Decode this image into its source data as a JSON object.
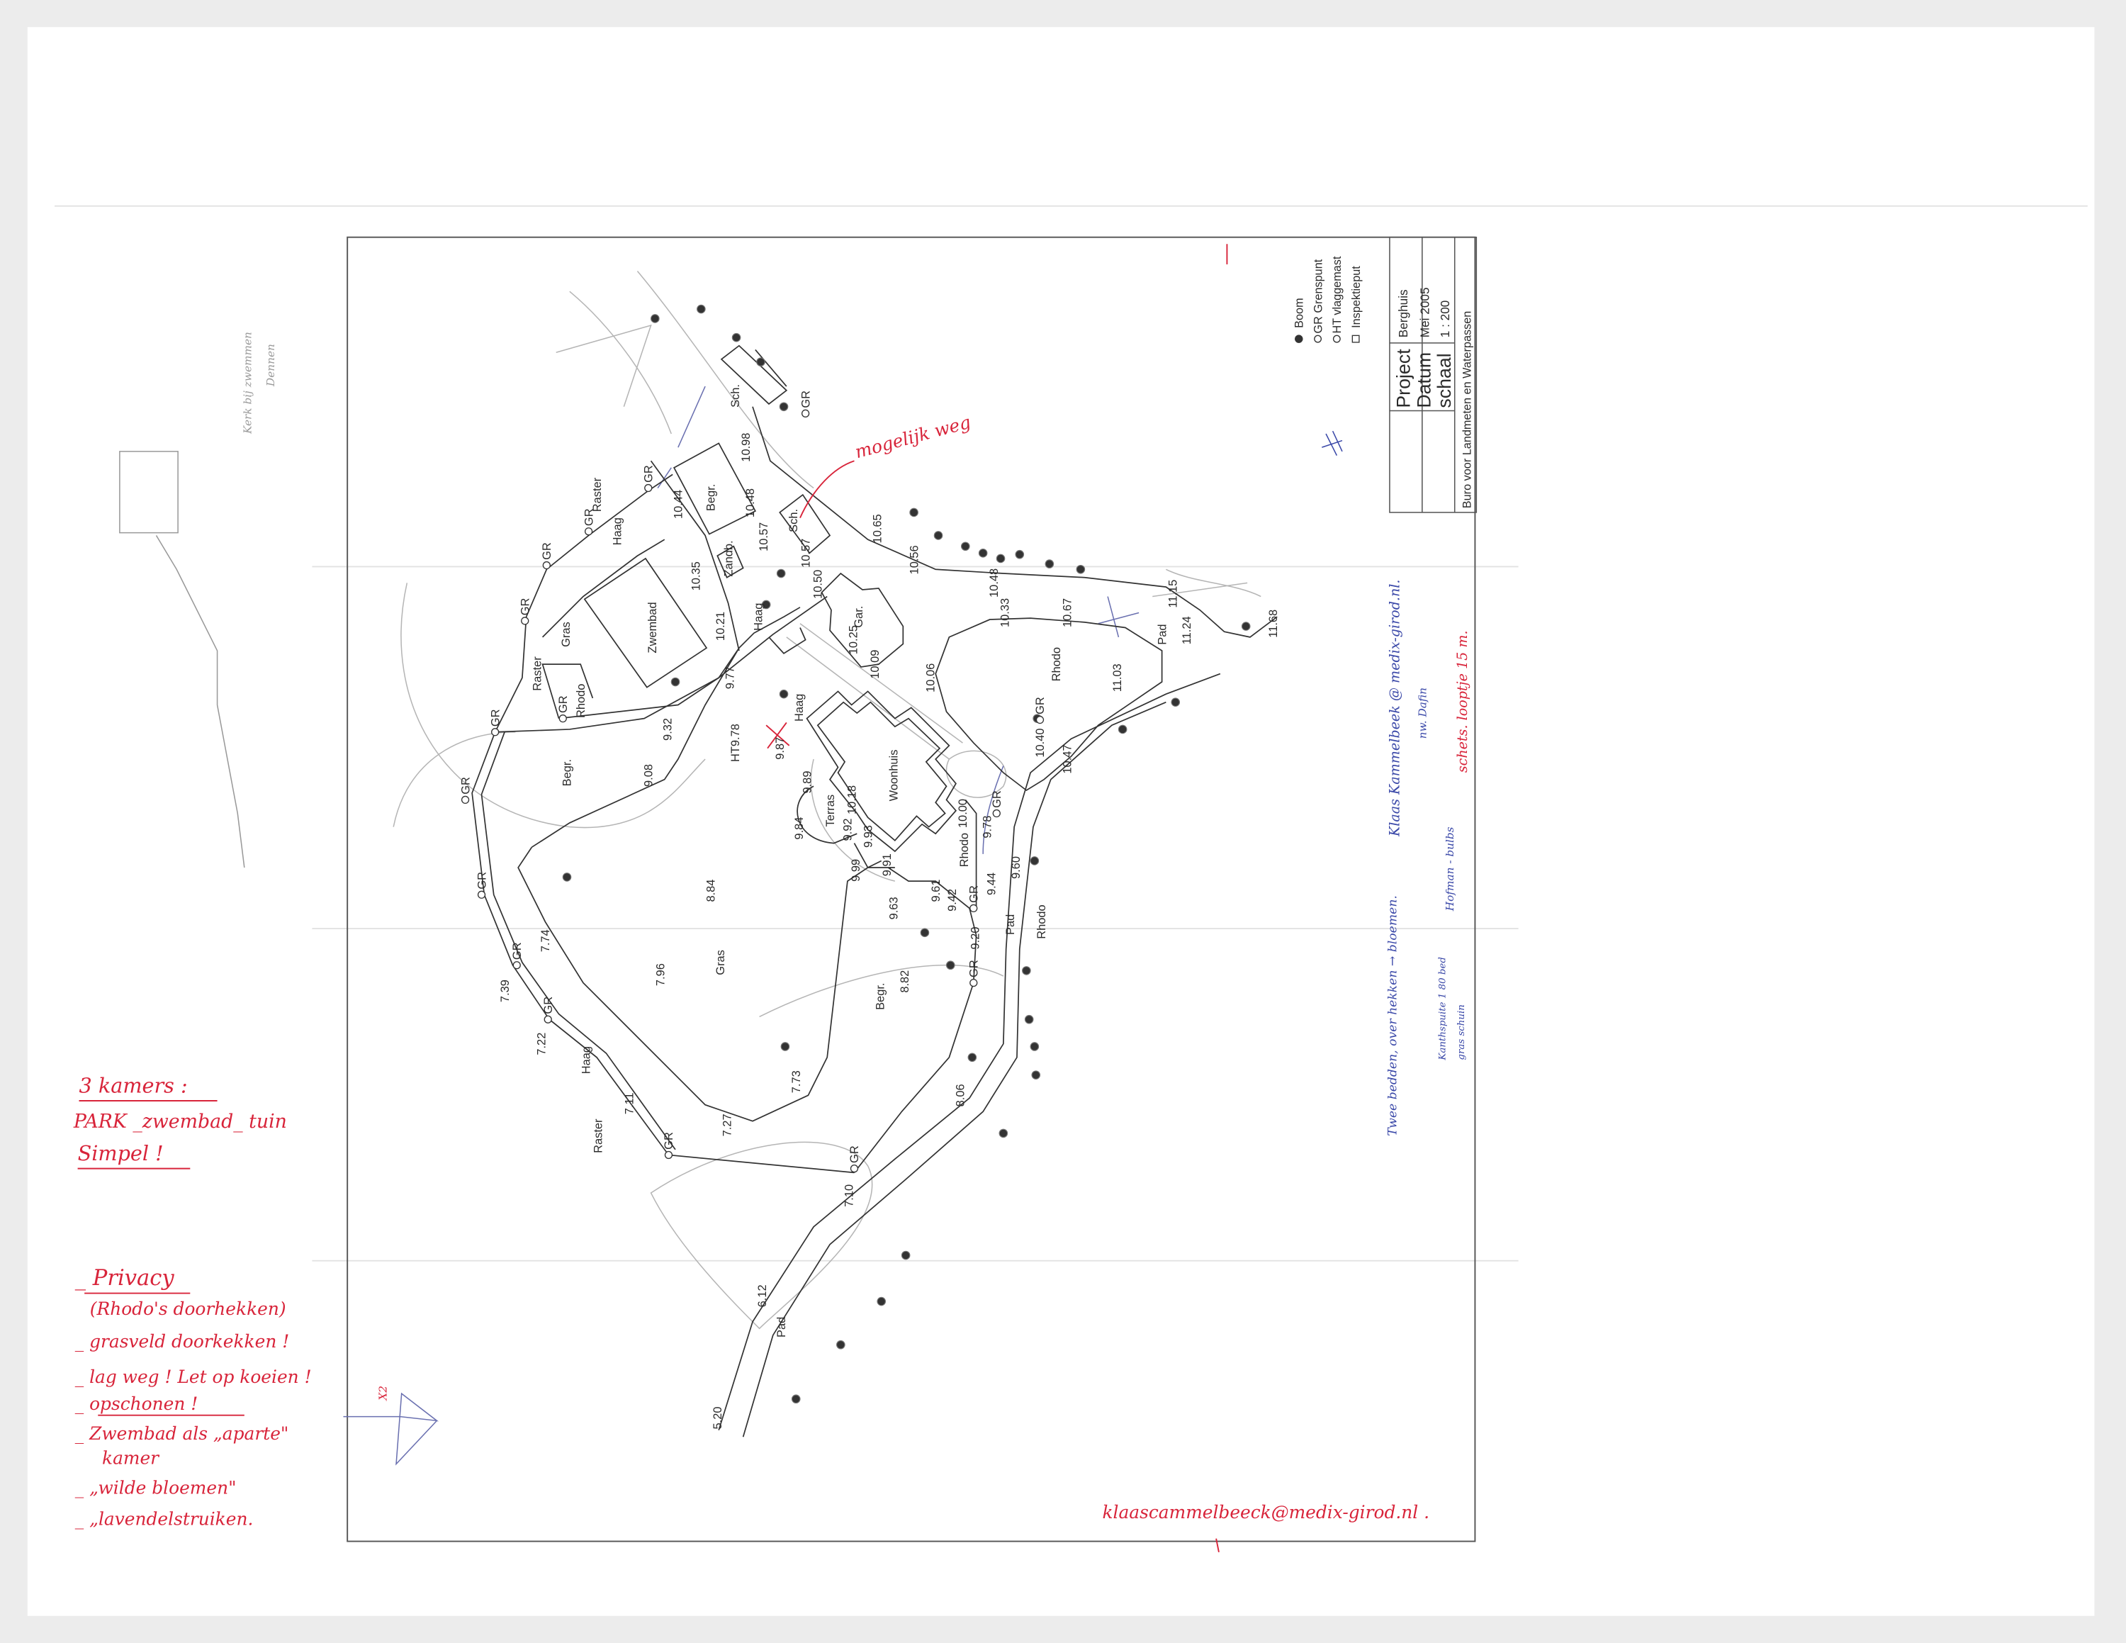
{
  "title_block": {
    "project_label": "Project",
    "project_value": "Berghuis",
    "date_label": "Datum",
    "date_value": "Mei 2005",
    "scale_label": "schaal",
    "scale_value": "1 : 200",
    "company": "Buro voor Landmeten en Waterpassen"
  },
  "legend": {
    "tree": "Boom",
    "boundary": "GR Grenspunt",
    "flagpole": "HT vlaggemast",
    "manhole": "Inspektieput"
  },
  "map": {
    "gr_label": "GR",
    "labels": [
      "Sch.",
      "10.98",
      "Raster",
      "Haag",
      "10.44",
      "Begr.",
      "10.48",
      "10.57",
      "Sch.",
      "10.57",
      "10.50",
      "Zandb.",
      "10.35",
      "10.65",
      "10.56",
      "Zwembad",
      "Gras",
      "10.21",
      "Haag",
      "Gar.",
      "10.25",
      "10.09",
      "10.06",
      "10.48",
      "10.33",
      "10.67",
      "Rhodo",
      "Pad",
      "11.15",
      "11.24",
      "11.68",
      "11.03",
      "Raster",
      "Rhodo",
      "9.77",
      "9.32",
      "HT9.78",
      "Haag",
      "9.87",
      "9.08",
      "Begr.",
      "9.89",
      "Woonhuis",
      "10.18",
      "Terras",
      "9.84",
      "9.92",
      "9.99",
      "9.93",
      "9.91",
      "10.00",
      "10.40",
      "10.47",
      "9.78",
      "9.60",
      "Rhodo",
      "9.61",
      "9.63",
      "9.42",
      "9.20",
      "9.44",
      "Pad",
      "Rhodo",
      "8.84",
      "Gras",
      "7.96",
      "7.74",
      "8.82",
      "Begr.",
      "7.39",
      "7.22",
      "Haag",
      "7.73",
      "8.06",
      "7.11",
      "7.27",
      "Raster",
      "7.10",
      "6.12",
      "Pad",
      "5.20"
    ]
  },
  "annotations": {
    "red_left": [
      "3 kamers :",
      "PARK _zwembad_ tuin",
      "Simpel !",
      "_ Privacy",
      "(Rhodo's doorhekken)",
      "_ grasveld doorkekken !",
      "_ lag weg ! Let op koeien !",
      "_ opschonen !",
      "_ Zwembad als „aparte\"",
      "kamer",
      "_ „wilde bloemen\"",
      "_ „lavendelstruiken."
    ],
    "possible_road": "mogelijk weg",
    "email_bottom": "klaascammelbeeck@medix-girod.nl .",
    "x2_mark": "X2",
    "blue_right": [
      "Klaas Kammelbeek @ medix-girod.nl.",
      "nw. Dafin",
      "Twee bedden, over hekken → bloemen.",
      "Hofman - bulbs",
      "Kanthspuite 1 80 bed",
      "gras schuin"
    ],
    "red_right": "schets. looptje 15 m.",
    "pencil_left": [
      "Kerk bij zwemmen",
      "Dennen"
    ]
  },
  "colors": {
    "ink": "#2b2b2b",
    "red_pen": "#d8243a",
    "blue_pen": "#3a48a8",
    "pencil": "#a8a8a8",
    "background": "#ececec"
  }
}
